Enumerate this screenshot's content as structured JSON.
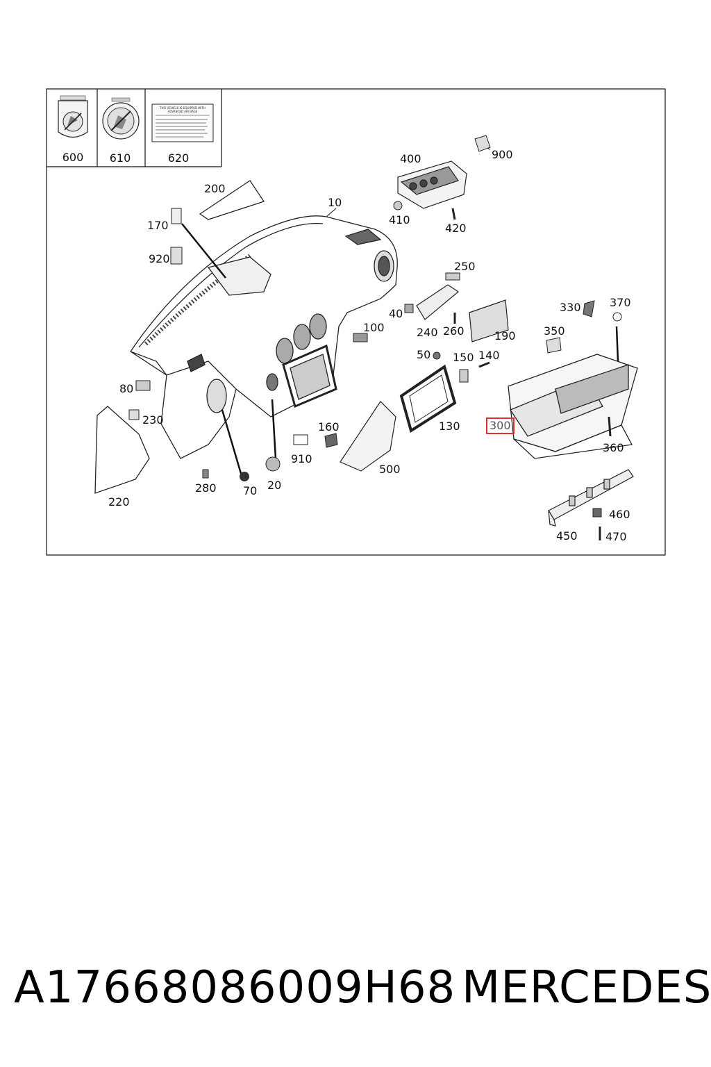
{
  "insets": [
    {
      "label": "600",
      "icon": "child-seat-airbag-warning-icon"
    },
    {
      "label": "610",
      "icon": "no-child-seat-warning-icon"
    },
    {
      "label": "620",
      "icon": "airbag-notice-label-icon"
    }
  ],
  "notice_text": [
    "THIS VEHICLE IS EQUIPPED WITH",
    "ADVANCED AIR BAGS"
  ],
  "callouts": {
    "c10": "10",
    "c20": "20",
    "c40": "40",
    "c50": "50",
    "c70": "70",
    "c80": "80",
    "c100": "100",
    "c130": "130",
    "c140": "140",
    "c150": "150",
    "c160": "160",
    "c170": "170",
    "c190": "190",
    "c200": "200",
    "c220": "220",
    "c230": "230",
    "c240": "240",
    "c250": "250",
    "c260": "260",
    "c280": "280",
    "c300": "300",
    "c330": "330",
    "c350": "350",
    "c360": "360",
    "c370": "370",
    "c400": "400",
    "c410": "410",
    "c420": "420",
    "c450": "450",
    "c460": "460",
    "c470": "470",
    "c500": "500",
    "c900": "900",
    "c910": "910",
    "c920": "920"
  },
  "highlighted_callout": "300",
  "colors": {
    "highlight": "#e03030",
    "line": "#111111"
  },
  "footer": {
    "part_number": "A17668086009H68",
    "brand": "MERCEDES"
  }
}
